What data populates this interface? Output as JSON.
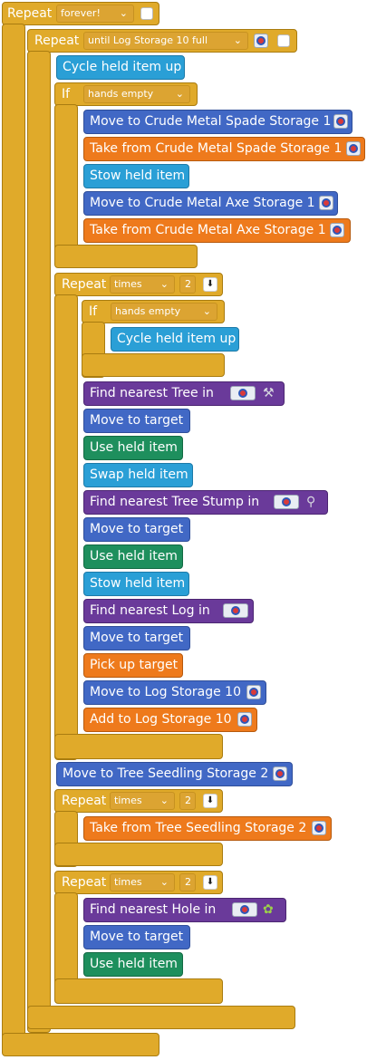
{
  "blocks": {
    "repeat1": {
      "label": "Repeat",
      "mode": "forever!"
    },
    "repeat2": {
      "label": "Repeat",
      "mode": "until Log Storage 10 full"
    },
    "cycle1": "Cycle held item up",
    "if1": {
      "label": "If",
      "cond": "hands empty"
    },
    "move_spade": "Move to Crude Metal Spade Storage 1",
    "take_spade": "Take from Crude Metal Spade Storage 1",
    "stow1": "Stow held item",
    "move_axe": "Move to Crude Metal Axe Storage 1",
    "take_axe": "Take from Crude Metal Axe Storage 1",
    "repeat3": {
      "label": "Repeat",
      "mode": "times",
      "count": "2"
    },
    "if2": {
      "label": "If",
      "cond": "hands empty"
    },
    "cycle2": "Cycle held item up",
    "find_tree": "Find nearest Tree in",
    "move_target1": "Move to target",
    "use1": "Use held item",
    "swap": "Swap held item",
    "find_stump": "Find nearest Tree Stump in",
    "move_target2": "Move to target",
    "use2": "Use held item",
    "stow2": "Stow held item",
    "find_log": "Find nearest Log in",
    "move_target3": "Move to target",
    "pickup": "Pick up target",
    "move_log": "Move to Log Storage 10",
    "add_log": "Add to Log Storage 10",
    "move_seedling": "Move to Tree Seedling Storage 2",
    "repeat4": {
      "label": "Repeat",
      "mode": "times",
      "count": "2"
    },
    "take_seedling": "Take from Tree Seedling Storage 2",
    "repeat5": {
      "label": "Repeat",
      "mode": "times",
      "count": "2"
    },
    "find_hole": "Find nearest Hole in",
    "move_target4": "Move to target",
    "use3": "Use held item"
  },
  "icons": {
    "dropdown": "chevron-down-icon",
    "checkbox": "checkbox-icon",
    "target": "target-icon",
    "arrow": "arrow-down-icon",
    "axe": "axe-icon",
    "shovel": "shovel-icon",
    "seed": "seedling-icon"
  },
  "colors": {
    "control": "#e0aa2a",
    "action_blue": "#2a9fd6",
    "move_indigo": "#4168c5",
    "storage_orange": "#ee7a1c",
    "use_green": "#1e8f5d",
    "find_purple": "#6a3a9a"
  }
}
